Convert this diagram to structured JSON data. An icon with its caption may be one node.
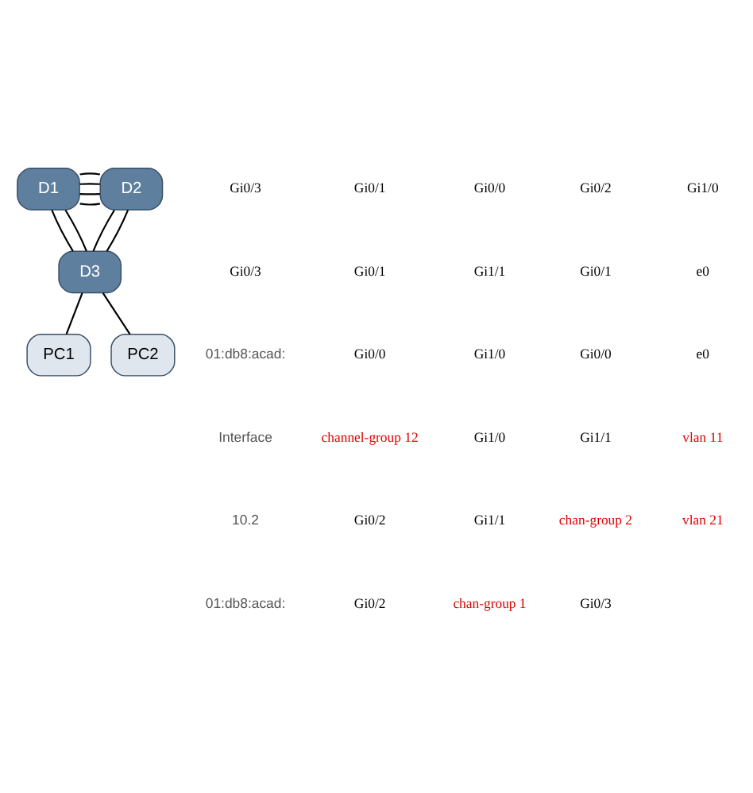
{
  "diagram": {
    "nodes": [
      {
        "text": [
          "D1"
        ]
      },
      {
        "text": [
          "D2"
        ]
      },
      {
        "text": [
          "D3"
        ]
      },
      {
        "text": [
          "PC1"
        ]
      },
      {
        "text": [
          "PC2"
        ]
      }
    ],
    "edges": [
      {
        "from": 0,
        "to": 1,
        "arrow": "none"
      },
      {
        "from": 0,
        "to": 1,
        "arrow": "none"
      },
      {
        "from": 0,
        "to": 1,
        "arrow": "none"
      },
      {
        "from": 0,
        "to": 1,
        "arrow": "none"
      },
      {
        "from": 0,
        "to": 2,
        "arrow": "none"
      },
      {
        "from": 0,
        "to": 2,
        "arrow": "none"
      },
      {
        "from": 1,
        "to": 2,
        "arrow": "none"
      },
      {
        "from": 1,
        "to": 2,
        "arrow": "none"
      },
      {
        "from": 2,
        "to": 3,
        "arrow": "none"
      },
      {
        "from": 2,
        "to": 4,
        "arrow": "none"
      }
    ],
    "labels": [
      "Gi0/3",
      "Gi0/3",
      "01:db8:acad:",
      "Interface",
      "10.2",
      "01:db8:acad:",
      "Gi0/1",
      "Gi0/1",
      "Gi0/0",
      "channel-group 12",
      "Gi0/2",
      "Gi0/2",
      "Gi0/0",
      "Gi1/1",
      "Gi1/0",
      "Gi1/0",
      "Gi1/1",
      "chan-group 1",
      "Gi0/2",
      "Gi0/1",
      "Gi0/0",
      "Gi1/1",
      "chan-group 2",
      "Gi0/3",
      "Gi1/0",
      "e0",
      "e0",
      "vlan 11",
      "vlan 21"
    ]
  }
}
